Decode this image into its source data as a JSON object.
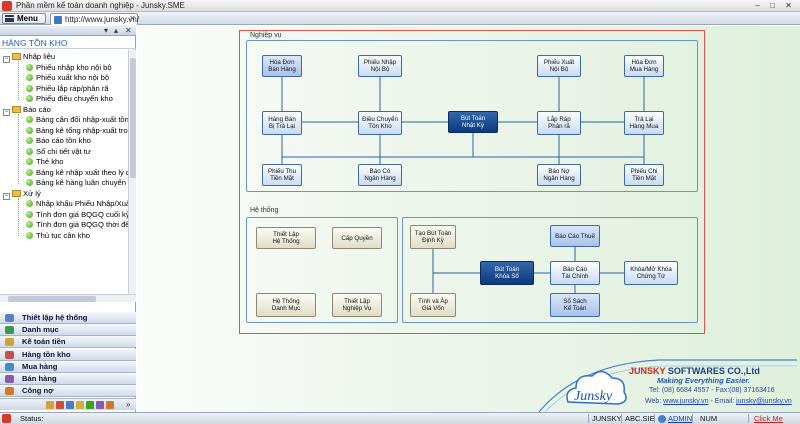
{
  "window": {
    "title": "Phần mềm kế toán doanh nghiệp - Junsky.SME",
    "controls": [
      "–",
      "□",
      "✕"
    ]
  },
  "toolbar": {
    "menu_label": "Menu",
    "tab_url": "http://www.junsky.vn/",
    "tab_close": "✕"
  },
  "left_panel": {
    "header_controls": [
      "▾",
      "▴",
      "✕"
    ],
    "title": "HÀNG TỒN KHO",
    "groups": [
      {
        "label": "Nhập liệu",
        "expander": "−",
        "items": [
          "Phiếu nhập kho nội bộ",
          "Phiếu xuất kho nội bộ",
          "Phiếu lắp ráp/phân rã",
          "Phiếu điều chuyển kho"
        ]
      },
      {
        "label": "Báo cáo",
        "expander": "−",
        "items": [
          "Bảng cân đối nhập-xuất tồn",
          "Bảng kê tổng nhập-xuất trong",
          "Báo cáo tồn kho",
          "Sổ chi tiết vật tư",
          "Thẻ kho",
          "Bảng kê nhập xuất theo lý d",
          "Bảng kê hàng luân chuyển n"
        ]
      },
      {
        "label": "Xử lý",
        "expander": "−",
        "items": [
          "Nhập khẩu Phiếu Nhập/Xuất",
          "Tính đơn giá BQGQ cuối kỳ",
          "Tính đơn giá BQGQ thời để",
          "Thủ tục cân kho"
        ]
      }
    ],
    "nav_groups": [
      {
        "label": "Thiết lập hệ thống",
        "color": "#5b7fc4"
      },
      {
        "label": "Danh mục",
        "color": "#3c9a4a"
      },
      {
        "label": "Kế toán tiền",
        "color": "#d2a530"
      },
      {
        "label": "Hàng tồn kho",
        "color": "#c45050"
      },
      {
        "label": "Mua hàng",
        "color": "#4a88c8"
      },
      {
        "label": "Bán hàng",
        "color": "#8a5ab0"
      },
      {
        "label": "Công nợ",
        "color": "#d07a2a"
      }
    ],
    "bottom_icons": [
      "#d6a23a",
      "#d24c3c",
      "#4a7ccc",
      "#c9b040",
      "#3ea21a",
      "#8a5ab0",
      "#d07a2a"
    ]
  },
  "main": {
    "section_business": "Nghiệp vụ",
    "section_system": "Hệ thống",
    "business_nodes": [
      {
        "id": "hd_ban",
        "label": "Hóa Đơn\nBán Hàng",
        "style": "solid"
      },
      {
        "id": "pn_nb",
        "label": "Phiếu Nhập\nNội Bộ",
        "style": ""
      },
      {
        "id": "px_nb",
        "label": "Phiếu Xuất\nNội Bộ",
        "style": ""
      },
      {
        "id": "hd_mua",
        "label": "Hóa Đơn\nMua Hàng",
        "style": ""
      },
      {
        "id": "hb_tl",
        "label": "Hàng Bán\nBị Trả Lại",
        "style": ""
      },
      {
        "id": "dc_kho",
        "label": "Điều Chuyển\nTồn Kho",
        "style": ""
      },
      {
        "id": "bt_nk",
        "label": "Bút Toán\nNhật Ký",
        "style": "dark"
      },
      {
        "id": "lr_pr",
        "label": "Lắp Ráp\nPhân rã",
        "style": ""
      },
      {
        "id": "tl_mua",
        "label": "Trả Lại\nHàng Mua",
        "style": ""
      },
      {
        "id": "pt_tm",
        "label": "Phiếu Thu\nTiền Mặt",
        "style": ""
      },
      {
        "id": "bc_nh",
        "label": "Báo Có\nNgân Hàng",
        "style": ""
      },
      {
        "id": "bn_nh",
        "label": "Báo Nợ\nNgân Hàng",
        "style": ""
      },
      {
        "id": "pc_tm",
        "label": "Phiếu Chi\nTiền Mặt",
        "style": ""
      }
    ],
    "system_nodes": [
      {
        "id": "tl_ht",
        "label": "Thiết Lập\nHệ Thống",
        "style": "beige"
      },
      {
        "id": "cap_q",
        "label": "Cấp Quyền",
        "style": "beige"
      },
      {
        "id": "ht_dm",
        "label": "Hệ Thống\nDanh Mục",
        "style": "beige"
      },
      {
        "id": "tl_nv",
        "label": "Thiết Lập\nNghiệp Vụ",
        "style": "beige"
      },
      {
        "id": "tao_bt",
        "label": "Tạo Bút Toán\nĐịnh Kỳ",
        "style": "beige"
      },
      {
        "id": "bc_thue",
        "label": "Báo Cáo Thuế",
        "style": "solid"
      },
      {
        "id": "bt_ks",
        "label": "Bút Toán\nKhóa Sổ",
        "style": "dark"
      },
      {
        "id": "bc_tc",
        "label": "Báo Cáo\nTài Chính",
        "style": ""
      },
      {
        "id": "khoa_ct",
        "label": "Khóa/Mở Khóa\nChứng Từ",
        "style": ""
      },
      {
        "id": "tinh_gv",
        "label": "Tính và Áp\nGiá Vốn",
        "style": "beige"
      },
      {
        "id": "so_sach",
        "label": "Sổ Sách\nKế Toán",
        "style": "solid"
      }
    ]
  },
  "brand": {
    "logo_text": "Junsky",
    "company_red": "JUNSKY",
    "company_rest": " SOFTWARES CO.,Ltd",
    "slogan": "Making Everything Easier.",
    "tel": "Tel: (08) 6684 4557 - Fax:(08) 37163416",
    "web_prefix": "Web: ",
    "web": "www.junsky.vn",
    "email_prefix": " - Email: ",
    "email": "junsky@junsky.vn"
  },
  "statusbar": {
    "status_label": "Status:",
    "company": "JUNSKY",
    "db": "ABC.SIE",
    "user": "ADMIN",
    "mode": "NUM",
    "link": "Click Me"
  }
}
